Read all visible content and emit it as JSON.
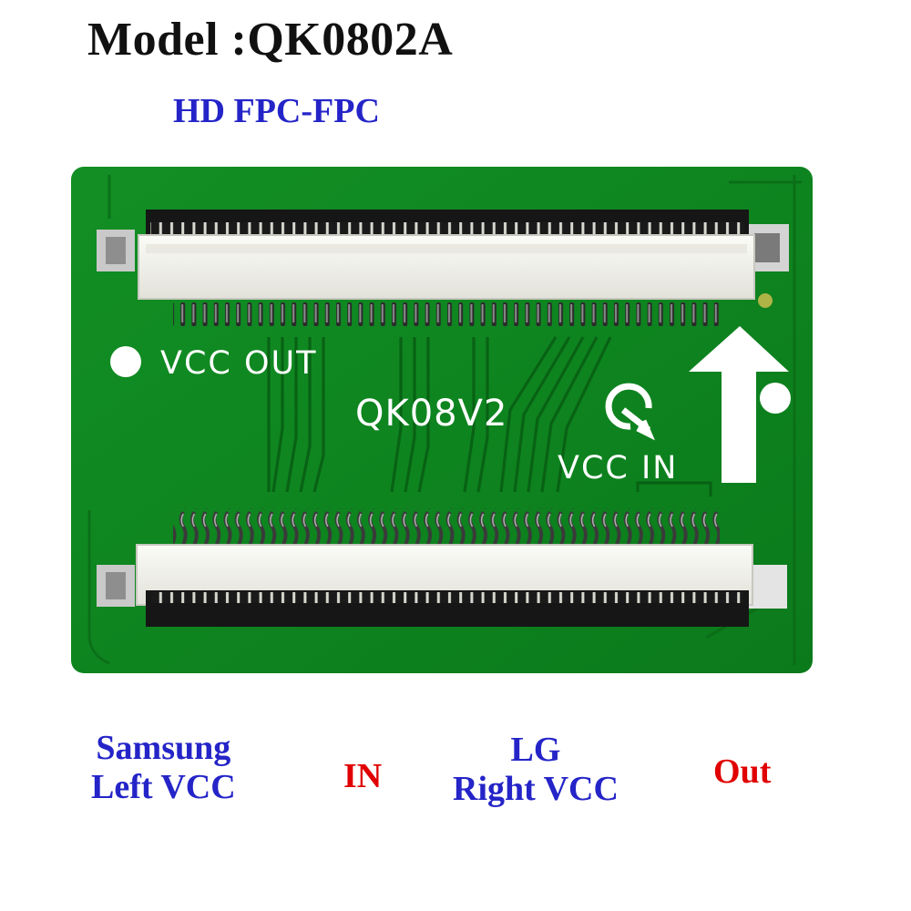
{
  "header": {
    "model_title": "Model :QK0802A",
    "subtitle": "HD FPC-FPC"
  },
  "board": {
    "silk_vcc_out": "VCC OUT",
    "silk_part_no": "QK08V2",
    "silk_vcc_in": "VCC IN",
    "silk_logo": "Q"
  },
  "labels": {
    "left_line1": "Samsung",
    "left_line2": "Left VCC",
    "in": "IN",
    "right_line1": "LG",
    "right_line2": "Right VCC",
    "out": "Out"
  },
  "colors": {
    "pcb_green": "#0e8a1e",
    "pcb_trace": "#0a6a16",
    "connector_white": "#f3f3ee",
    "connector_black": "#161616",
    "label_blue": "#2424c8",
    "label_red": "#e00000"
  }
}
